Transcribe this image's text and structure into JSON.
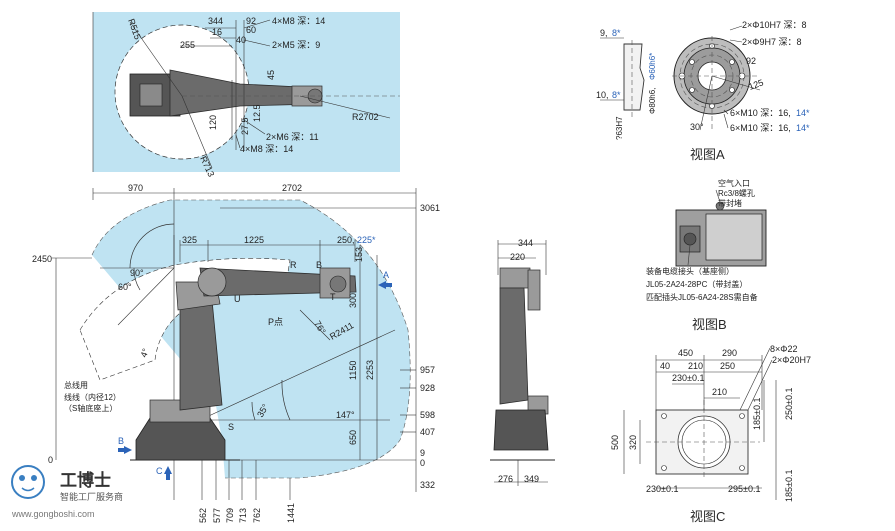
{
  "top_view": {
    "r515": "R515",
    "d344": "344",
    "d92": "92",
    "d16": "16",
    "d60": "60",
    "d40": "40",
    "d255": "255",
    "m8_top": "4×M8 深：14",
    "m5": "2×M5 深：9",
    "d45": "45",
    "r2702": "R2702",
    "d120": "120",
    "d27_5": "27.5",
    "d12_5": "12.5",
    "m6": "2×M6 深：11",
    "m8_bot": "4×M8 深：14",
    "r713": "R713"
  },
  "side_view": {
    "d970": "970",
    "d2702": "2702",
    "d3061": "3061",
    "d2450": "2450",
    "d325": "325",
    "d1225": "1225",
    "d250": "250,",
    "d225": "225*",
    "d153": "153",
    "r": "R",
    "b": "B",
    "a": "A",
    "t": "T",
    "u": "U",
    "d300": "300",
    "a90": "90°",
    "a60": "60°",
    "p_point": "P点",
    "a76": "76°",
    "r2411": "R2411",
    "a4": "4°",
    "d1150": "1150",
    "d2253": "2253",
    "d957": "957",
    "d928": "928",
    "cable_l1": "总线用",
    "cable_l2": "线线（内径12）",
    "cable_l3": "（S轴底座上）",
    "a147": "147°",
    "a35": "35°",
    "d598": "598",
    "d407": "407",
    "d650": "650",
    "s": "S",
    "b_arrow": "B",
    "c_arrow": "C",
    "d0_left": "0",
    "d9": "9",
    "d0_right": "0",
    "d332": "332",
    "bottom_dims": [
      "562",
      "577",
      "709",
      "713",
      "762",
      "1441"
    ]
  },
  "front_view": {
    "d344": "344",
    "d220": "220",
    "d276": "276",
    "d349": "349"
  },
  "view_a": {
    "caption": "视图A",
    "d9": "9,",
    "d8": "8*",
    "d10": "10,",
    "d8b": "8*",
    "phi80": "Φ80h6,",
    "phi60": "Φ60h6*",
    "d63": "?63H7",
    "pin10": "2×Φ10H7 深：8",
    "pin9": "2×Φ9H7 深：8",
    "d92": "92",
    "d125": "125",
    "a30": "30°",
    "m10a": "6×M10 深：16,",
    "m10a_b": "14*",
    "m10b": "6×M10 深：16,",
    "m10b_b": "14*"
  },
  "view_b": {
    "caption": "视图B",
    "air1": "空气入口",
    "air2": "Rc3/8螺孔",
    "air3": "带封堵",
    "conn1": "装备电缆接头（基座侧）",
    "conn2": "JL05-2A24-28PC（带封盖）",
    "conn3": "匹配插头JL05-6A24-28S需自备"
  },
  "view_c": {
    "caption": "视图C",
    "d450": "450",
    "d290": "290",
    "d40": "40",
    "d210a": "210",
    "d250": "250",
    "d230top": "230±0.1",
    "d210b": "210",
    "phi22": "8×Φ22",
    "phi20": "2×Φ20H7",
    "d185top": "185±0.1",
    "d250v": "250±0.1",
    "d500": "500",
    "d320": "320",
    "d230bot": "230±0.1",
    "d295": "295±0.1",
    "d185bot": "185±0.1"
  },
  "logo": {
    "title": "工博士",
    "subtitle": "智能工厂服务商",
    "url": "www.gongboshi.com"
  },
  "colors": {
    "zone": "#bfe3f2",
    "blue_text": "#2b63b8",
    "robot": "#6b6b6b"
  }
}
